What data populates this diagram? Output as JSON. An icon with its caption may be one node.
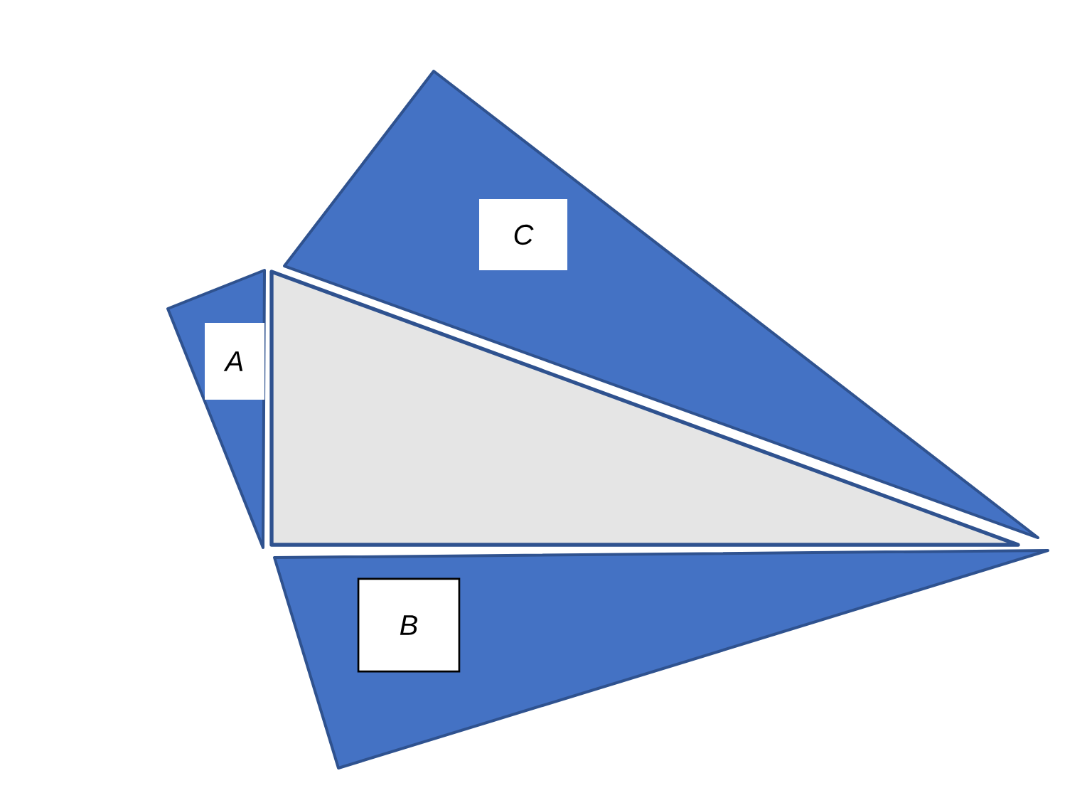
{
  "diagram": {
    "nodes": [
      {
        "text": [
          "C"
        ]
      },
      {
        "text": [
          "A"
        ]
      },
      {
        "text": [
          "B"
        ]
      }
    ]
  }
}
